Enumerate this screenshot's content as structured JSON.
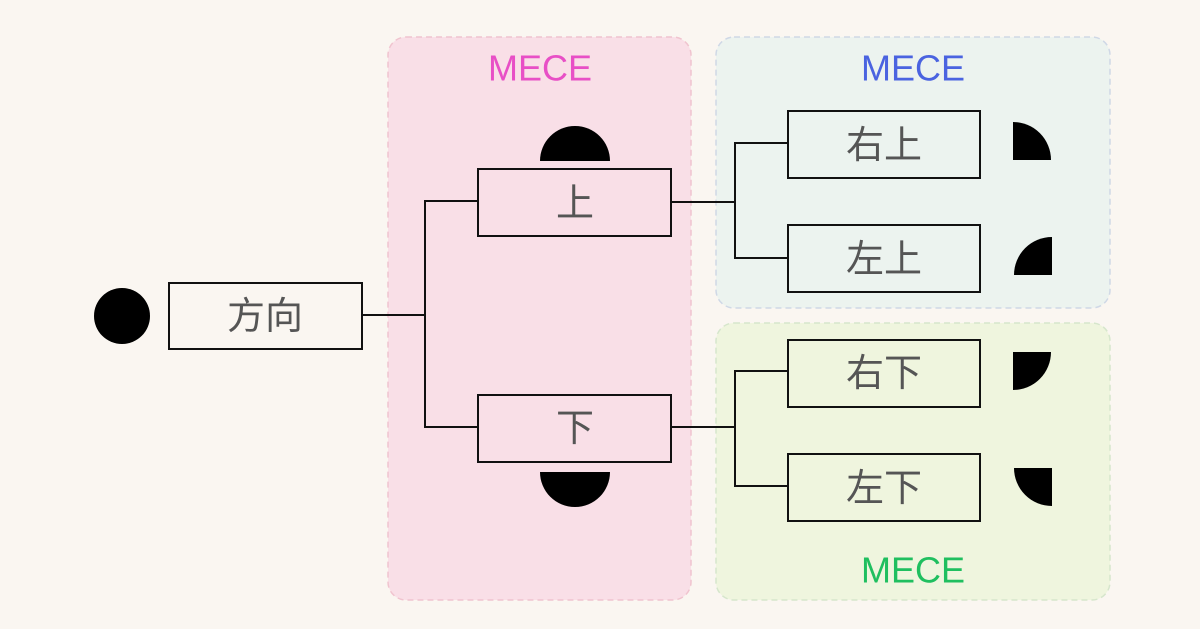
{
  "colors": {
    "background": "#faf6f1",
    "mece_pink": "#e84fc6",
    "mece_blue": "#4a63e0",
    "mece_green": "#1fbf5f",
    "group_pink_fill": "#f9dfe7",
    "group_blue_fill": "#ecf3ef",
    "group_green_fill": "#eff5de"
  },
  "groups": {
    "pink": {
      "label": "MECE"
    },
    "blue": {
      "label": "MECE"
    },
    "green": {
      "label": "MECE"
    }
  },
  "nodes": {
    "root": {
      "label": "方向",
      "icon": "full-circle-icon"
    },
    "up": {
      "label": "上",
      "icon": "top-half-circle-icon"
    },
    "down": {
      "label": "下",
      "icon": "bottom-half-circle-icon"
    },
    "upper_right": {
      "label": "右上",
      "icon": "top-right-quarter-circle-icon"
    },
    "upper_left": {
      "label": "左上",
      "icon": "top-left-quarter-circle-icon"
    },
    "lower_right": {
      "label": "右下",
      "icon": "bottom-right-quarter-circle-icon"
    },
    "lower_left": {
      "label": "左下",
      "icon": "bottom-left-quarter-circle-icon"
    }
  }
}
